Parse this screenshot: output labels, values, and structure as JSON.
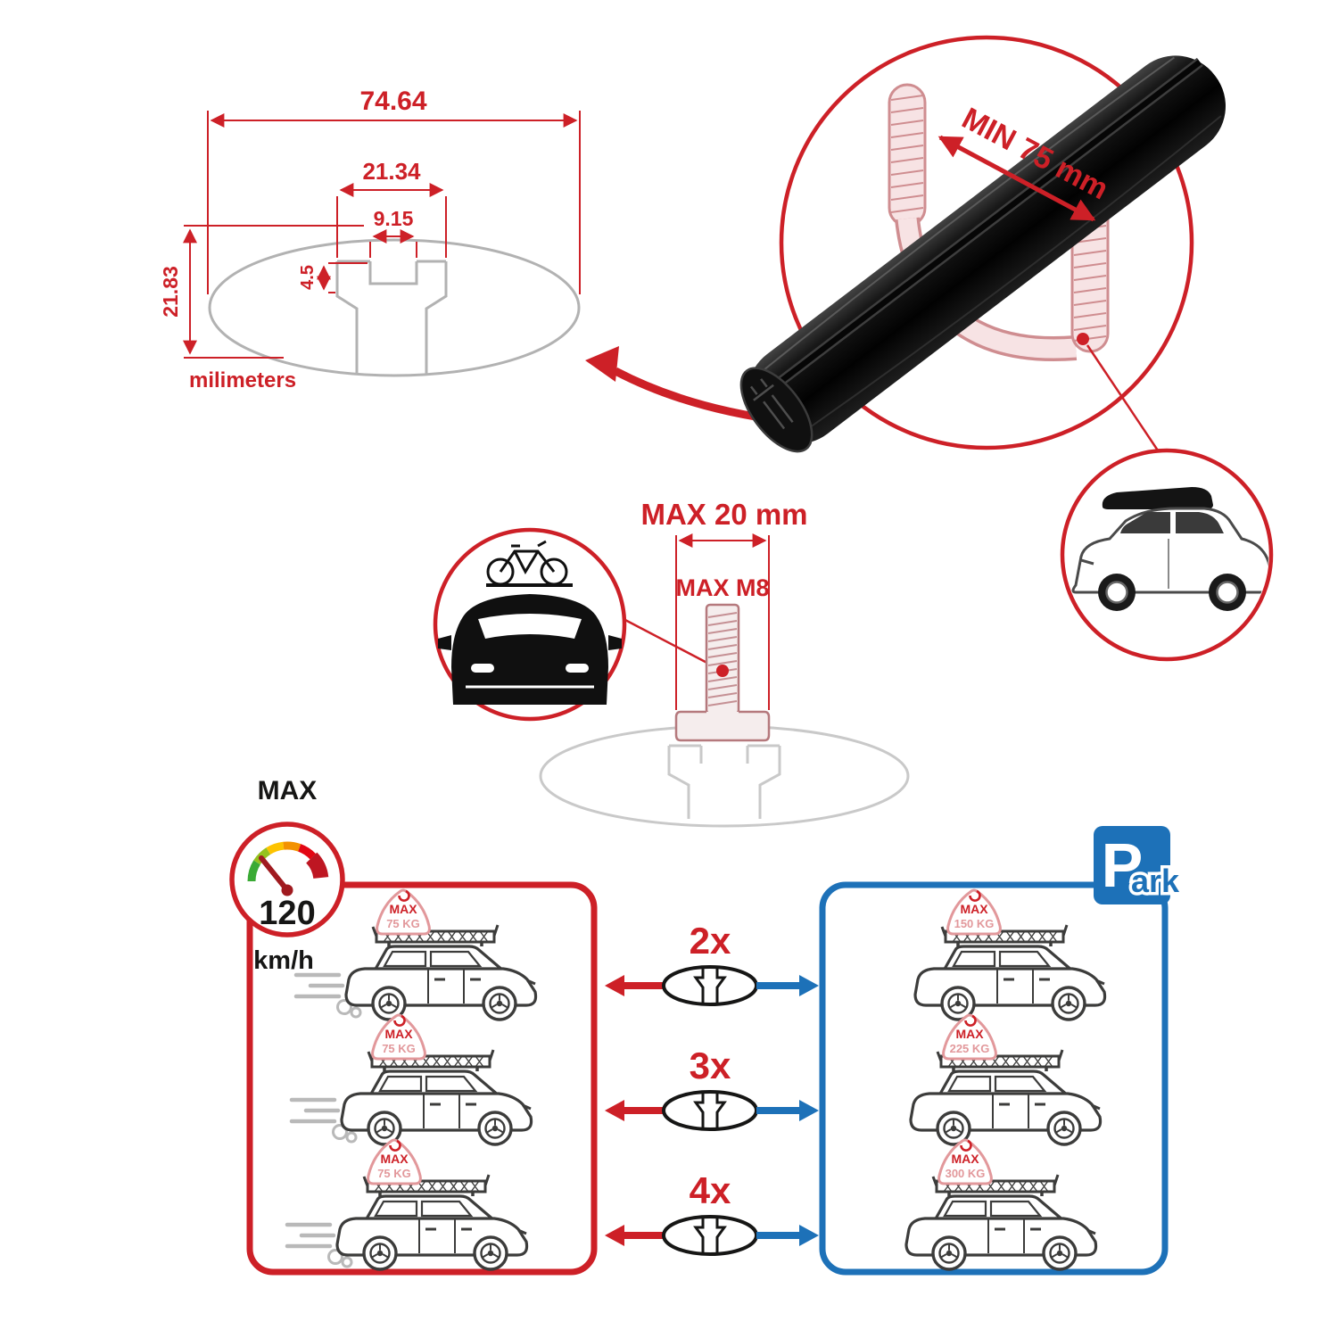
{
  "colors": {
    "red": "#cd2027",
    "blue": "#1d71b8",
    "pink": "#e2989b",
    "gray": "#9d9d9c",
    "black": "#161615"
  },
  "dimensions": {
    "total_width": "74.64",
    "flange_width": "21.34",
    "slot_width": "9.15",
    "slot_depth": "4.5",
    "total_height": "21.83",
    "unit": "milimeters"
  },
  "crossbar": {
    "min_span": "MIN 75 mm"
  },
  "bolt": {
    "max_width": "MAX 20 mm",
    "max_thread": "MAX M8"
  },
  "speed": {
    "label": "MAX",
    "value": "120",
    "unit": "km/h"
  },
  "park": {
    "letter": "P",
    "rest": "ark"
  },
  "capacity": {
    "multipliers": [
      "2x",
      "3x",
      "4x"
    ],
    "driving": [
      {
        "label": "MAX",
        "weight": "75 KG"
      },
      {
        "label": "MAX",
        "weight": "75 KG"
      },
      {
        "label": "MAX",
        "weight": "75 KG"
      }
    ],
    "parked": [
      {
        "label": "MAX",
        "weight": "150 KG"
      },
      {
        "label": "MAX",
        "weight": "225 KG"
      },
      {
        "label": "MAX",
        "weight": "300 KG"
      }
    ]
  }
}
